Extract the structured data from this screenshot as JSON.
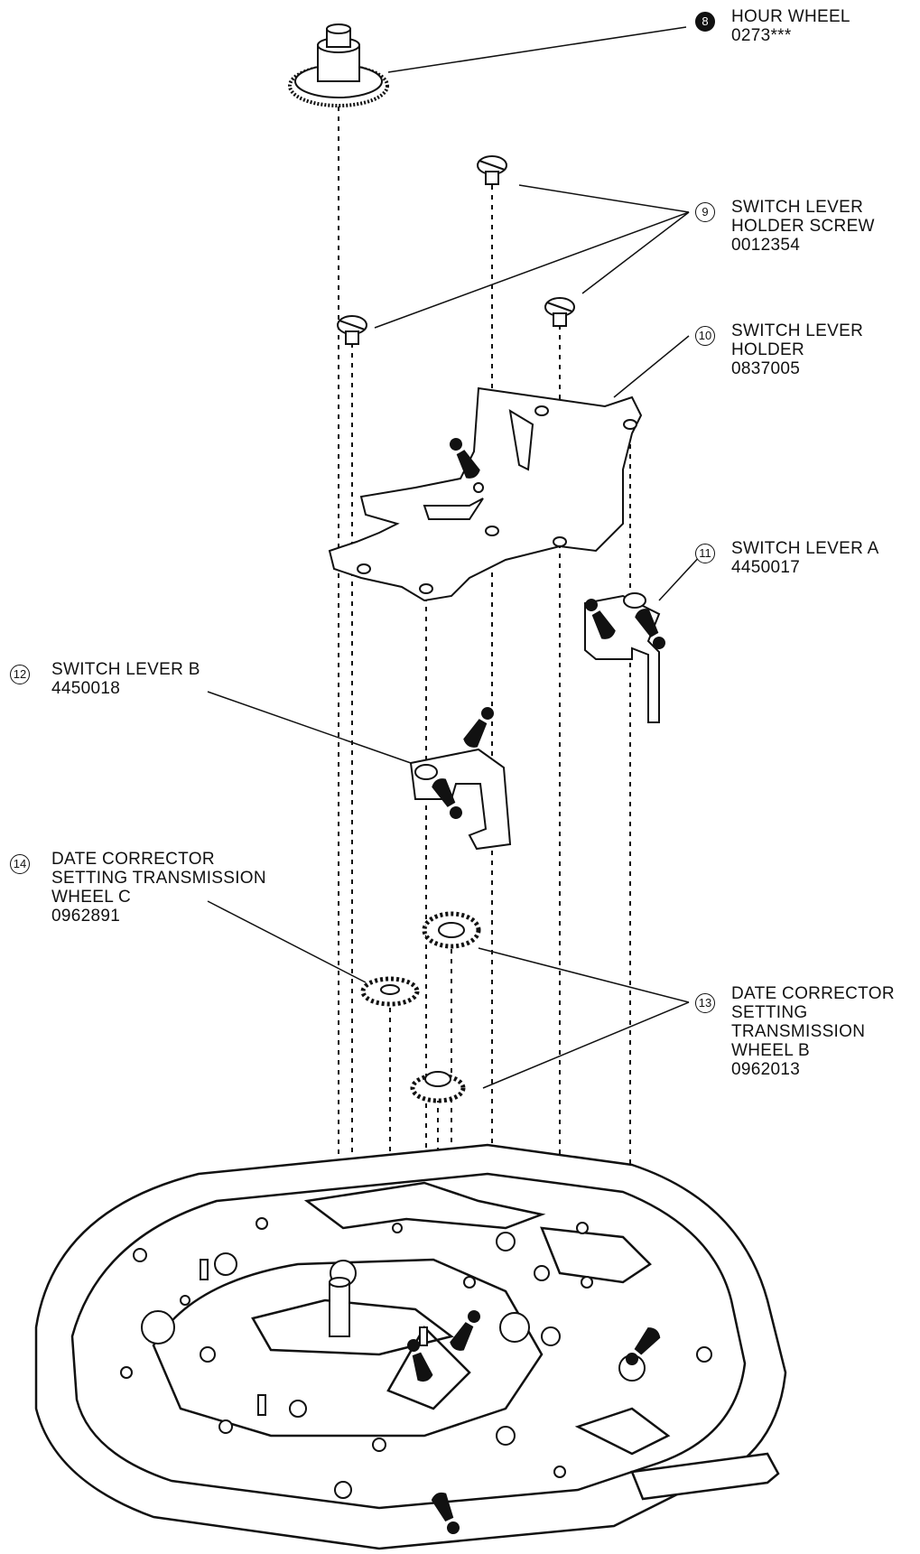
{
  "callouts": [
    {
      "number": "8",
      "style": "filled",
      "lines": [
        "HOUR WHEEL",
        "0273***"
      ]
    },
    {
      "number": "9",
      "style": "outline",
      "lines": [
        "SWITCH LEVER",
        "HOLDER SCREW",
        "0012354"
      ]
    },
    {
      "number": "10",
      "style": "outline",
      "lines": [
        "SWITCH LEVER",
        "HOLDER",
        "0837005"
      ]
    },
    {
      "number": "11",
      "style": "outline",
      "lines": [
        "SWITCH LEVER A",
        "4450017"
      ]
    },
    {
      "number": "12",
      "style": "outline",
      "lines": [
        "SWITCH LEVER B",
        "4450018"
      ]
    },
    {
      "number": "13",
      "style": "outline",
      "lines": [
        "DATE CORRECTOR",
        "SETTING",
        "TRANSMISSION",
        "WHEEL B",
        "0962013"
      ]
    },
    {
      "number": "14",
      "style": "outline",
      "lines": [
        "DATE CORRECTOR",
        "SETTING TRANSMISSION",
        "WHEEL C",
        "0962891"
      ]
    }
  ],
  "colors": {
    "ink": "#111111",
    "paper": "#ffffff",
    "oil_marker": "#111111"
  }
}
